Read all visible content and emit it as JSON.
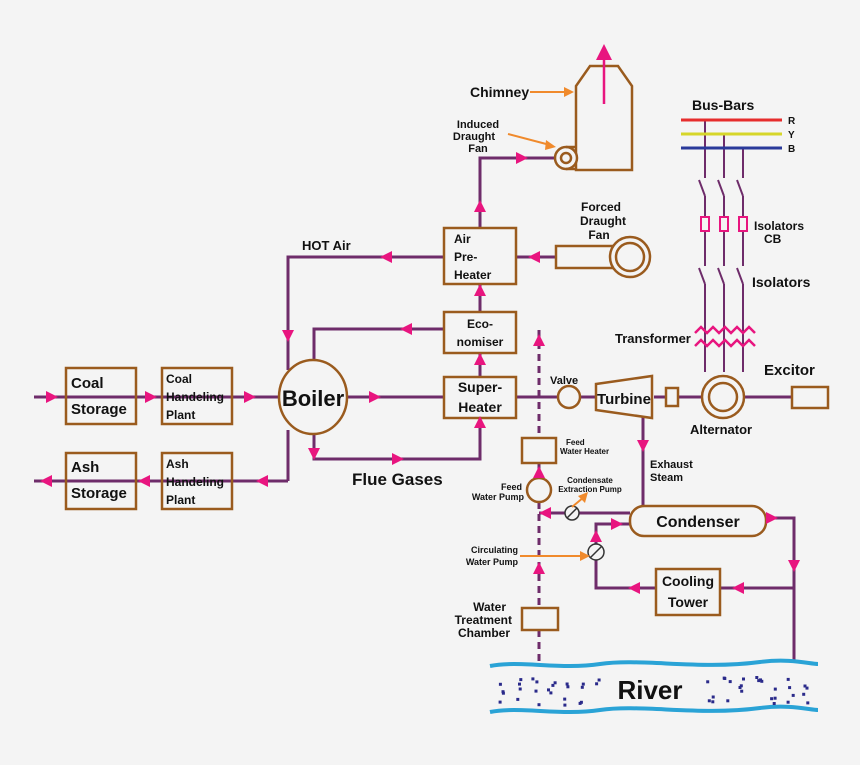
{
  "labels": {
    "coal_storage": [
      "Coal",
      "Storage"
    ],
    "coal_handling": [
      "Coal",
      "Handeling",
      "Plant"
    ],
    "ash_storage": [
      "Ash",
      "Storage"
    ],
    "ash_handling": [
      "Ash",
      "Handeling",
      "Plant"
    ],
    "boiler": "Boiler",
    "super_heater": [
      "Super-",
      "Heater"
    ],
    "economiser": [
      "Eco-",
      "nomiser"
    ],
    "air_preheater": [
      "Air",
      "Pre-",
      "Heater"
    ],
    "hot_air": "HOT Air",
    "flue_gases": "Flue Gases",
    "chimney": "Chimney",
    "induced_fan": [
      "Induced",
      "Draught",
      "Fan"
    ],
    "forced_fan": [
      "Forced",
      "Draught",
      "Fan"
    ],
    "valve": "Valve",
    "turbine": "Turbine",
    "alternator": "Alternator",
    "excitor": "Excitor",
    "transformer": "Transformer",
    "bus_bars": "Bus-Bars",
    "phase_r": "R",
    "phase_y": "Y",
    "phase_b": "B",
    "isolators_cb": [
      "Isolators",
      "CB"
    ],
    "isolators": "Isolators",
    "exhaust_steam": [
      "Exhaust",
      "Steam"
    ],
    "feed_water_heater": [
      "Feed",
      "Water Heater"
    ],
    "feed_water_pump": [
      "Feed",
      "Water Pump"
    ],
    "condensate_pump": [
      "Condensate",
      "Extraction Pump"
    ],
    "condenser": "Condenser",
    "circulating_pump": [
      "Circulating",
      "Water Pump"
    ],
    "cooling_tower": [
      "Cooling",
      "Tower"
    ],
    "water_treatment": [
      "Water",
      "Treatment",
      "Chamber"
    ],
    "river": "River"
  },
  "colors": {
    "pipe": "#6e2c6a",
    "arrow": "#e8157f",
    "box": "#9a5b1e",
    "pointer": "#f08a2c",
    "river": "#2aa3d6",
    "bus_r": "#e62d2d",
    "bus_y": "#d6d62a",
    "bus_b": "#2a3a9a"
  }
}
